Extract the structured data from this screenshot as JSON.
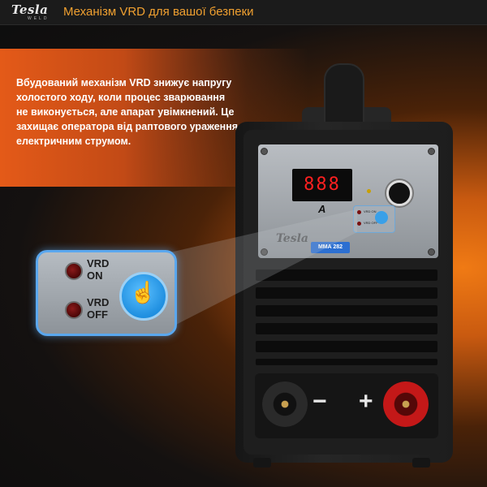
{
  "header": {
    "logo_text": "Tesla",
    "logo_subtext": "WELD",
    "headline": "Механізм VRD для вашої безпеки"
  },
  "description": {
    "bold_lead": "Вбудований механізм VRD",
    "body": " знижує напругу холостого ходу, коли процес зварювання не виконується, але апарат увімкнений. Це захищає оператора від раптового ураження електричним струмом."
  },
  "welder": {
    "display_value": "888",
    "display_unit": "A",
    "panel_brand": "Tesla",
    "model": "MMA 282",
    "mini_vrd_on": "VRD ON",
    "mini_vrd_off": "VRD OFF",
    "socket_neg_sign": "−",
    "socket_pos_sign": "+"
  },
  "callout": {
    "vrd_on_label_1": "VRD",
    "vrd_on_label_2": "ON",
    "vrd_off_label_1": "VRD",
    "vrd_off_label_2": "OFF",
    "hand_icon": "☝"
  },
  "colors": {
    "accent_orange": "#f0a030",
    "vrd_blue": "#3aa0e8",
    "display_red": "#ff2020",
    "positive_red": "#c41818"
  }
}
